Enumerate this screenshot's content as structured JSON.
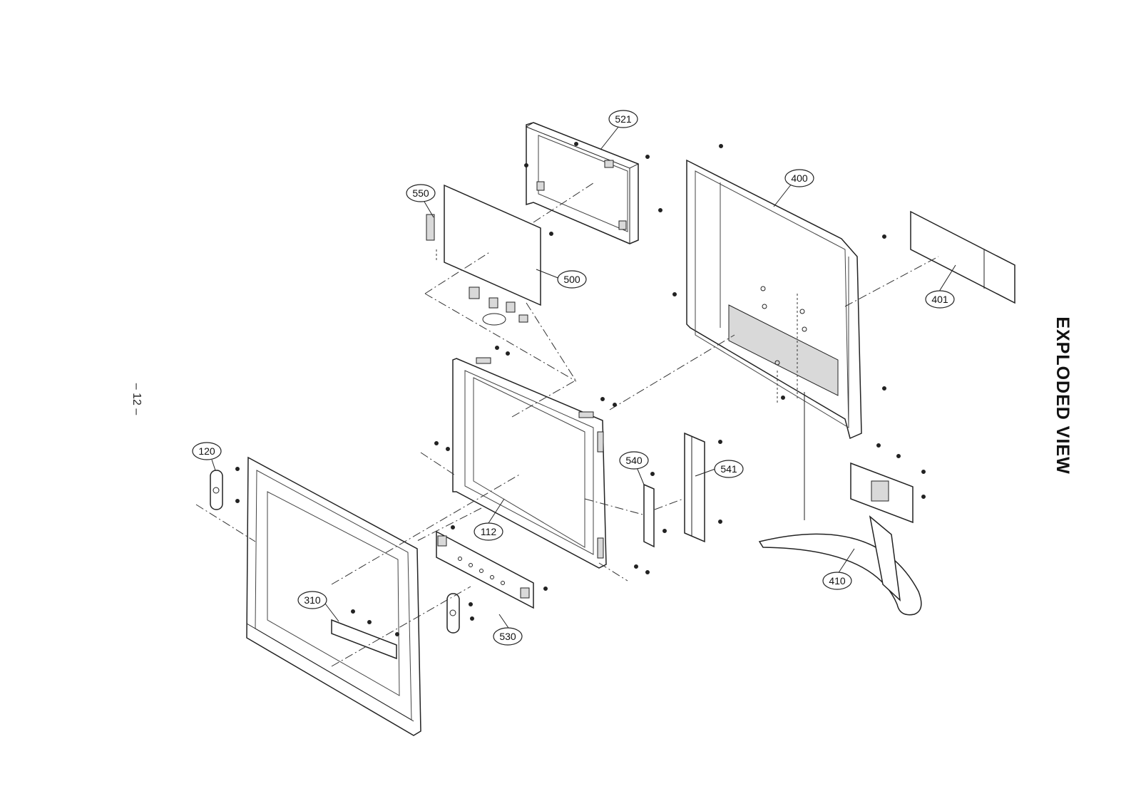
{
  "title": "EXPLODED VIEW",
  "page_number": "– 12 –",
  "callouts": [
    {
      "label": "521"
    },
    {
      "label": "400"
    },
    {
      "label": "550"
    },
    {
      "label": "500"
    },
    {
      "label": "401"
    },
    {
      "label": "120"
    },
    {
      "label": "540"
    },
    {
      "label": "541"
    },
    {
      "label": "112"
    },
    {
      "label": "410"
    },
    {
      "label": "310"
    },
    {
      "label": "530"
    }
  ]
}
